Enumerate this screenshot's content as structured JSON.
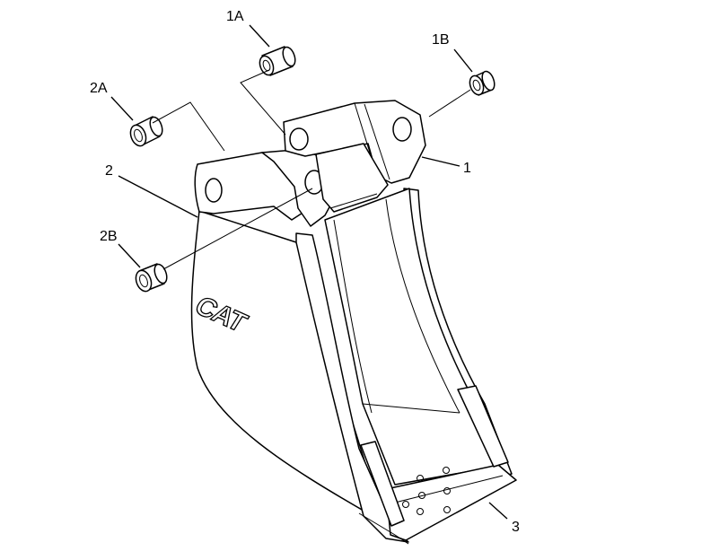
{
  "callouts": {
    "c1": "1",
    "c1A": "1A",
    "c1B": "1B",
    "c2": "2",
    "c2A": "2A",
    "c2B": "2B",
    "c3": "3"
  },
  "logo": "CAT"
}
